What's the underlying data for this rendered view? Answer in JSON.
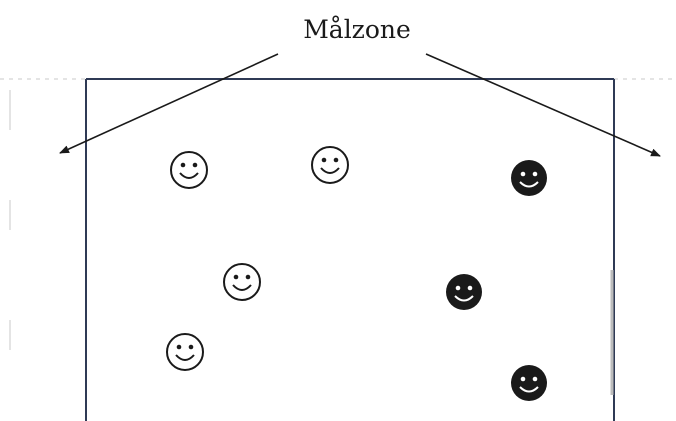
{
  "diagram": {
    "label": "Målzone",
    "colors": {
      "ink": "#1a1a1a",
      "field_line": "#2f3a55",
      "open_face_fill": "#ffffff",
      "solid_face_fill": "#1a1a1a",
      "solid_face_features": "#ffffff",
      "paper": "#ffffff",
      "faint_mark": "#c8c8c8"
    },
    "players": [
      {
        "team": "open"
      },
      {
        "team": "open"
      },
      {
        "team": "open"
      },
      {
        "team": "open"
      },
      {
        "team": "solid"
      },
      {
        "team": "solid"
      },
      {
        "team": "solid"
      }
    ]
  }
}
